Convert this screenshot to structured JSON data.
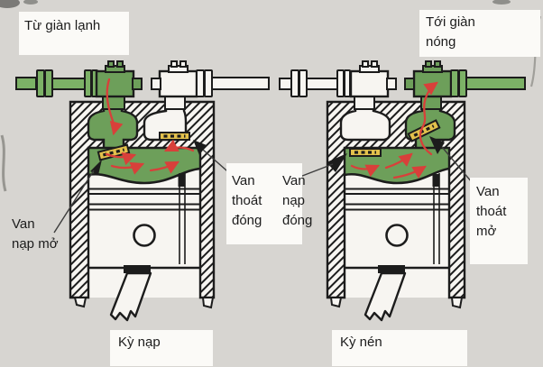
{
  "colors": {
    "bg": "#d7d5d1",
    "paper": "#f7f5f1",
    "label_bg": "#fbfaf7",
    "ink": "#1c1c1c",
    "green": "#6d9f5a",
    "green_bright": "#7cb166",
    "reed_yellow": "#e3c14c",
    "red": "#d8403a"
  },
  "labels": {
    "from_evaporator": "Từ giàn lạnh",
    "to_condenser": [
      "Tới giàn",
      "nóng"
    ],
    "left": {
      "intake_valve": [
        "Van",
        "nạp mở"
      ],
      "exhaust_valve": [
        "Van",
        "thoát",
        "đóng"
      ],
      "caption": "Kỳ nạp"
    },
    "right": {
      "intake_valve": [
        "Van",
        "nạp",
        "đóng"
      ],
      "exhaust_valve": [
        "Van",
        "thoát",
        "mở"
      ],
      "caption": "Kỳ nén"
    }
  }
}
